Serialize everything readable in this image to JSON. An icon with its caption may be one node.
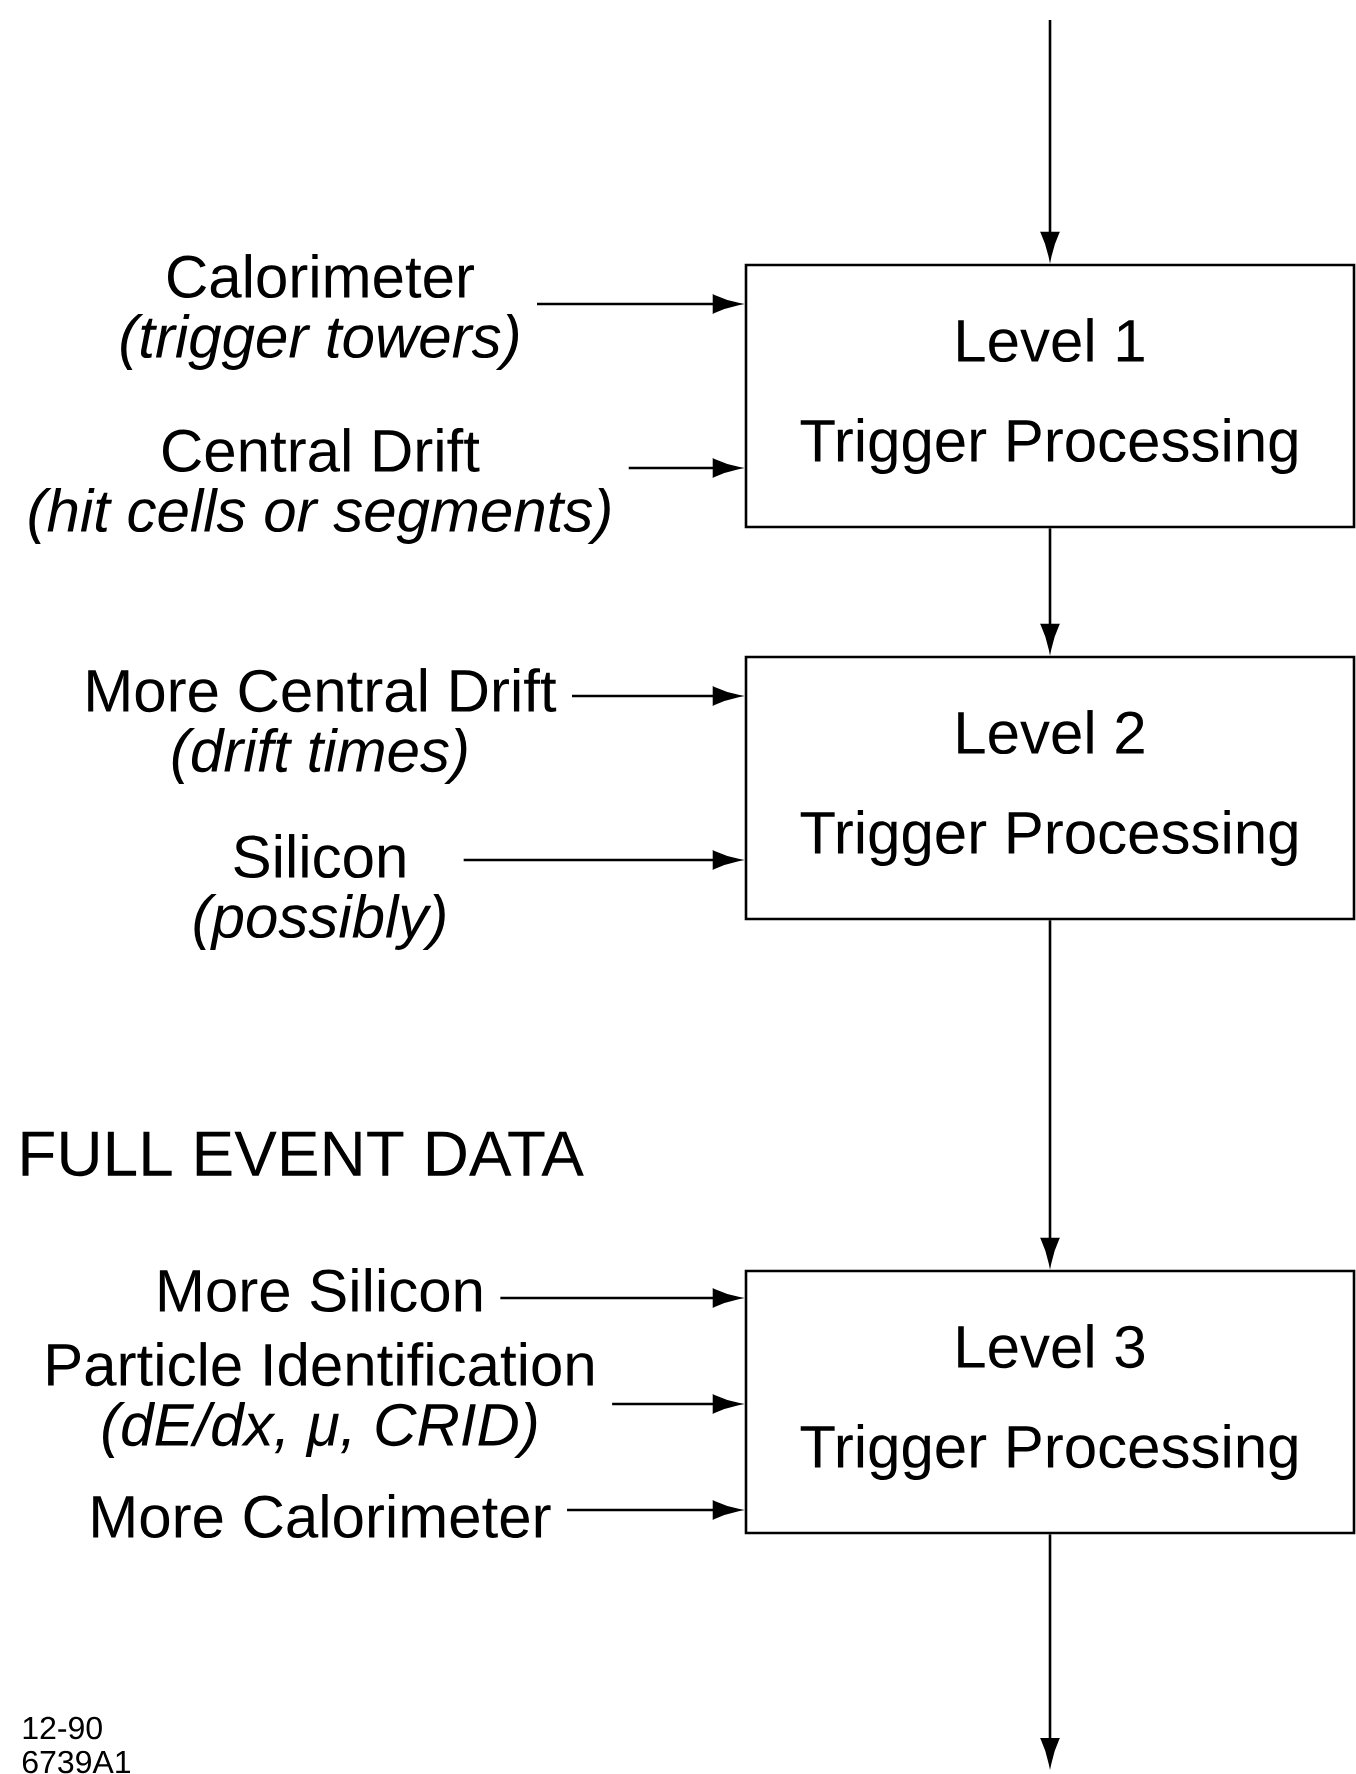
{
  "diagram": {
    "nodes": [
      {
        "text": [
          "Calorimeter",
          "(trigger towers)"
        ]
      },
      {
        "text": [
          "Level 1",
          "Trigger Processing"
        ]
      },
      {
        "text": [
          "Central Drift",
          "(hit cells or segments)"
        ]
      },
      {
        "text": [
          "More Central Drift",
          "(drift times)"
        ]
      },
      {
        "text": [
          "Level 2",
          "Trigger Processing"
        ]
      },
      {
        "text": [
          "Silicon",
          "(possibly)"
        ]
      },
      {
        "text": [
          "More Silicon"
        ]
      },
      {
        "text": [
          "Particle Identification",
          "(dE/dx, μ, CRID)"
        ]
      },
      {
        "text": [
          "Level 3",
          "Trigger Processing"
        ]
      },
      {
        "text": [
          "More Calorimeter"
        ]
      }
    ],
    "edges": [
      {
        "from": null,
        "to": 1,
        "arrow": "to"
      },
      {
        "from": 0,
        "to": 1,
        "arrow": "to"
      },
      {
        "from": 2,
        "to": 1,
        "arrow": "to"
      },
      {
        "from": 1,
        "to": 4,
        "arrow": "to"
      },
      {
        "from": 3,
        "to": 4,
        "arrow": "to"
      },
      {
        "from": 5,
        "to": 4,
        "arrow": "to"
      },
      {
        "from": 4,
        "to": 8,
        "arrow": "to"
      },
      {
        "from": 6,
        "to": 8,
        "arrow": "to"
      },
      {
        "from": 7,
        "to": 8,
        "arrow": "to"
      },
      {
        "from": 9,
        "to": 8,
        "arrow": "to"
      },
      {
        "from": 8,
        "to": null,
        "arrow": "to"
      }
    ],
    "labels": [
      "FULL EVENT DATA",
      "12-90",
      "6739A1"
    ]
  }
}
